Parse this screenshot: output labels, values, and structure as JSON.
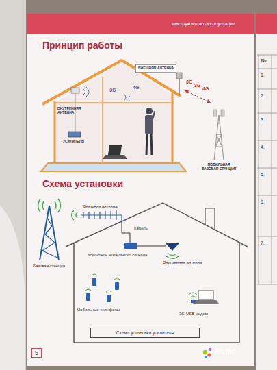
{
  "diagram": {
    "title": "Принцип работы",
    "nodes": [
      {
        "text": [
          "ВНЕШНЯЯ АНТЕННА"
        ]
      },
      {
        "text": [
          "Схема установки усилителя"
        ]
      },
      {
        "text": [
          "5"
        ]
      }
    ],
    "labels": [
      "инструкция по эксплуатации",
      "3G",
      "3G",
      "4G",
      "МОБИЛЬНАЯ БАЗОВАЯ СТАНЦИЯ",
      "ВНУТРЕННЯЯ АНТЕННА",
      "3G",
      "4G",
      "УСИЛИТЕЛЬ",
      "Схема установки",
      "Внешняя антенна",
      "Кабель",
      "Усилитель мобильного сигнала",
      "Внутренняя антенна",
      "Мобильные телефоны",
      "3G USB модем",
      "Базовая станция",
      "№",
      "1.",
      "2.",
      "3.",
      "4.",
      "5.",
      "6.",
      "7.",
      "Avito"
    ]
  }
}
